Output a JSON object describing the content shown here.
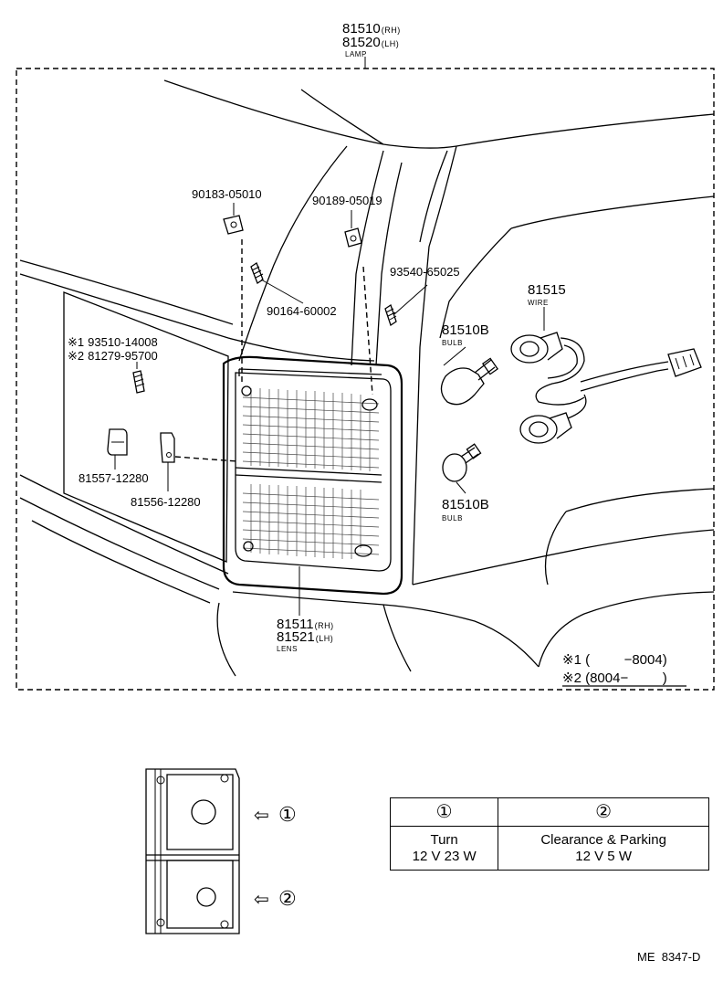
{
  "lamp": {
    "part1": "81510",
    "part1_side": "(RH)",
    "part2": "81520",
    "part2_side": "(LH)",
    "name": "LAMP"
  },
  "screw_a": "90183-05010",
  "screw_b": "90189-05019",
  "screw_c": "93540-65025",
  "screw_d": "90164-60002",
  "wire": {
    "part": "81515",
    "name": "WIRE"
  },
  "bulb_top": {
    "part": "81510B",
    "name": "BULB"
  },
  "bulb_bottom": {
    "part": "81510B",
    "name": "BULB"
  },
  "note1": {
    "mark": "※1",
    "part": "93510-14008"
  },
  "note2": {
    "mark": "※2",
    "part": "81279-95700"
  },
  "clip_a": "81557-12280",
  "clip_b": "81556-12280",
  "lens": {
    "part1": "81511",
    "part1_side": "(RH)",
    "part2": "81521",
    "part2_side": "(LH)",
    "name": "LENS"
  },
  "legend": {
    "line1": "※1 (         −8004)",
    "line2": "※2 (8004−         )"
  },
  "inset": {
    "arrow1": "⇦",
    "num1": "①",
    "arrow2": "⇦",
    "num2": "②"
  },
  "bulb_table": {
    "headers": [
      "①",
      "②"
    ],
    "col1": {
      "function": "Turn",
      "spec": "12 V 23 W"
    },
    "col2": {
      "function": "Clearance & Parking",
      "spec": "12 V 5 W"
    }
  },
  "diagram_code": "ME  8347-D"
}
